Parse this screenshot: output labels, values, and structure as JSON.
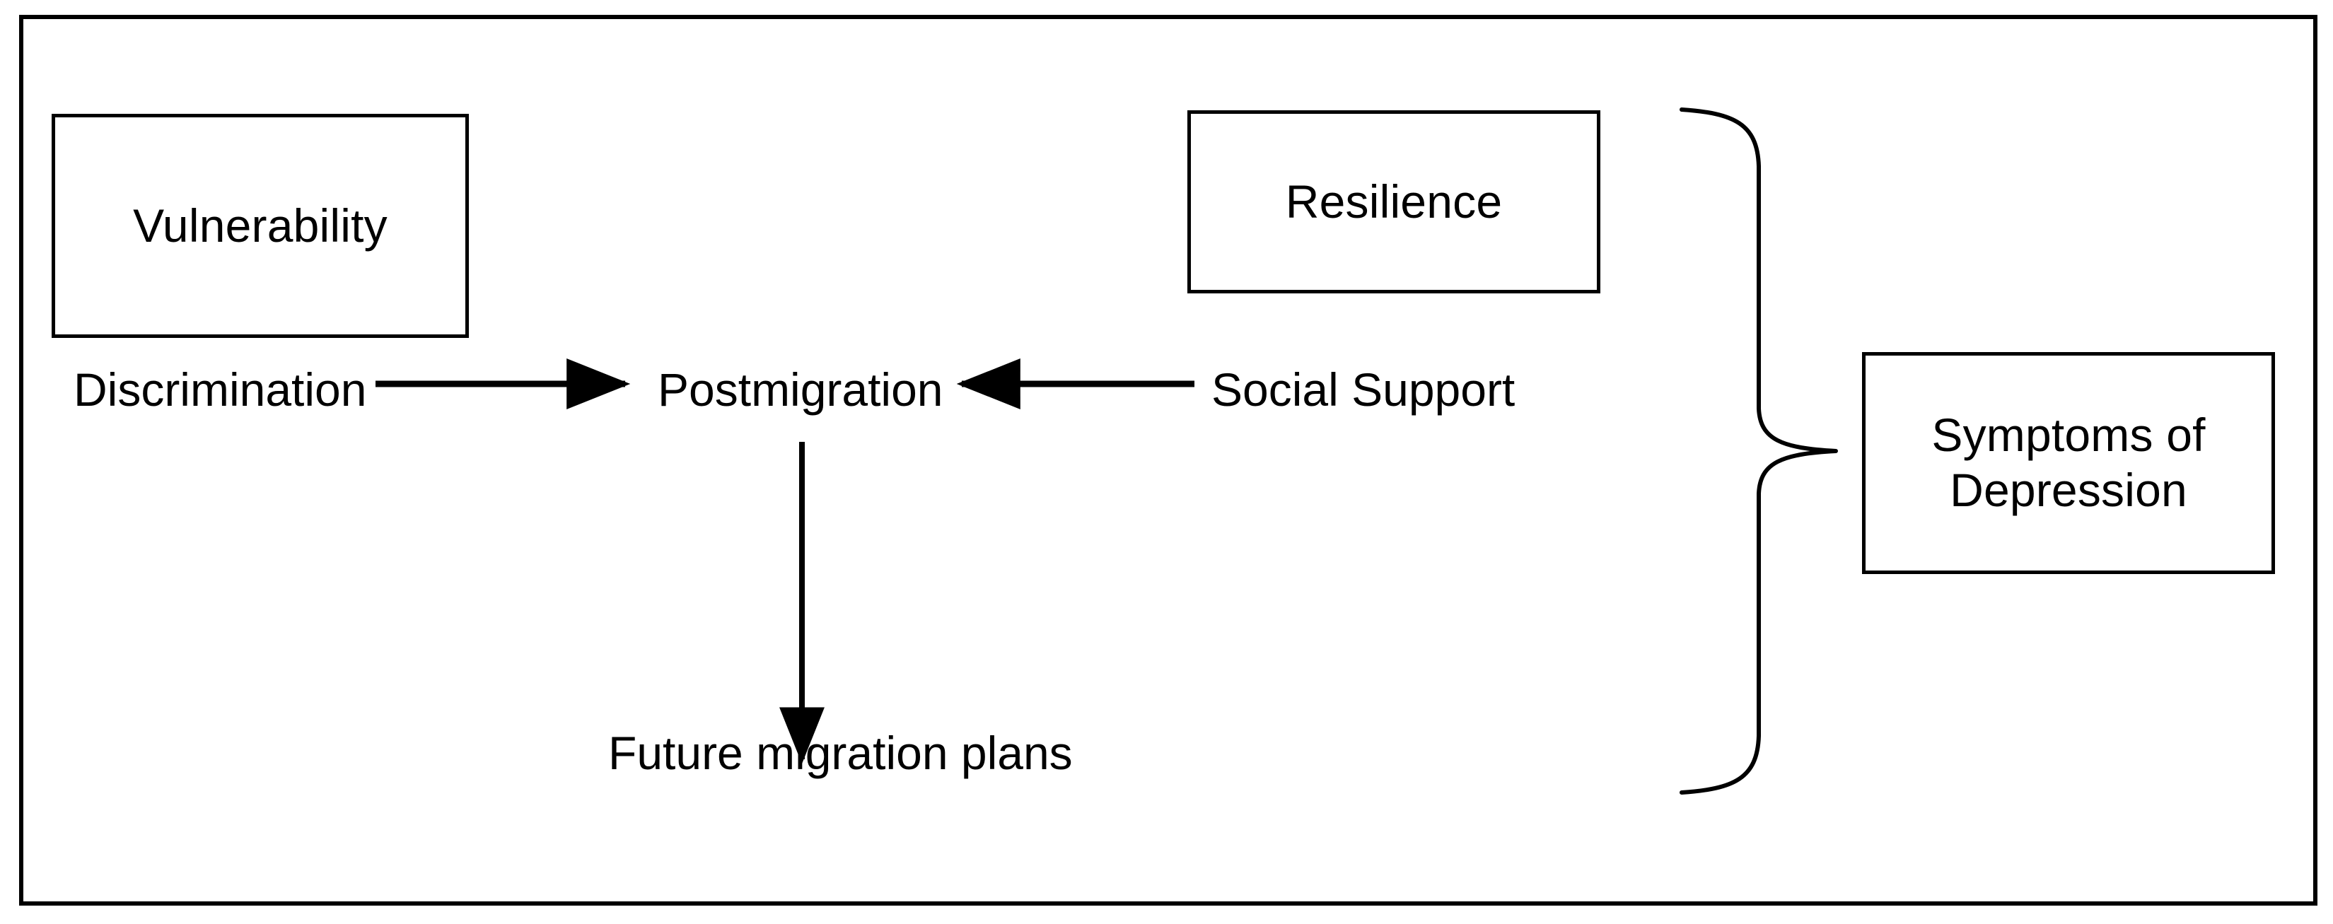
{
  "figure": {
    "background_color": "#ffffff",
    "line_color": "#000000",
    "frame": {
      "name": "outer-border"
    }
  },
  "nodes": {
    "vulnerability": {
      "label": "Vulnerability",
      "shape": "rectangle"
    },
    "resilience": {
      "label": "Resilience",
      "shape": "rectangle"
    },
    "depression": {
      "label_line1": "Symptoms of",
      "label_line2": "Depression",
      "shape": "rectangle"
    },
    "discrimination": {
      "label": "Discrimination",
      "shape": "text"
    },
    "postmigration": {
      "label": "Postmigration",
      "shape": "text"
    },
    "social_support": {
      "label": "Social Support",
      "shape": "text"
    },
    "future_migration_plans": {
      "label": "Future migration plans",
      "shape": "text"
    }
  },
  "edges": [
    {
      "id": "discrimination-to-postmigration",
      "from": "discrimination",
      "to": "postmigration",
      "direction": "right",
      "style": "solid-arrow"
    },
    {
      "id": "social-support-to-postmigration",
      "from": "social_support",
      "to": "postmigration",
      "direction": "left",
      "style": "solid-arrow"
    },
    {
      "id": "postmigration-to-future-plans",
      "from": "postmigration",
      "to": "future_migration_plans",
      "direction": "down",
      "style": "solid-arrow"
    },
    {
      "id": "group-brace-to-depression",
      "from": "all-predictors",
      "to": "depression",
      "direction": "right",
      "style": "curly-brace"
    }
  ],
  "icons": {
    "arrow_right": "arrow-right-icon",
    "arrow_left": "arrow-left-icon",
    "arrow_down": "arrow-down-icon",
    "brace": "curly-brace-icon"
  }
}
